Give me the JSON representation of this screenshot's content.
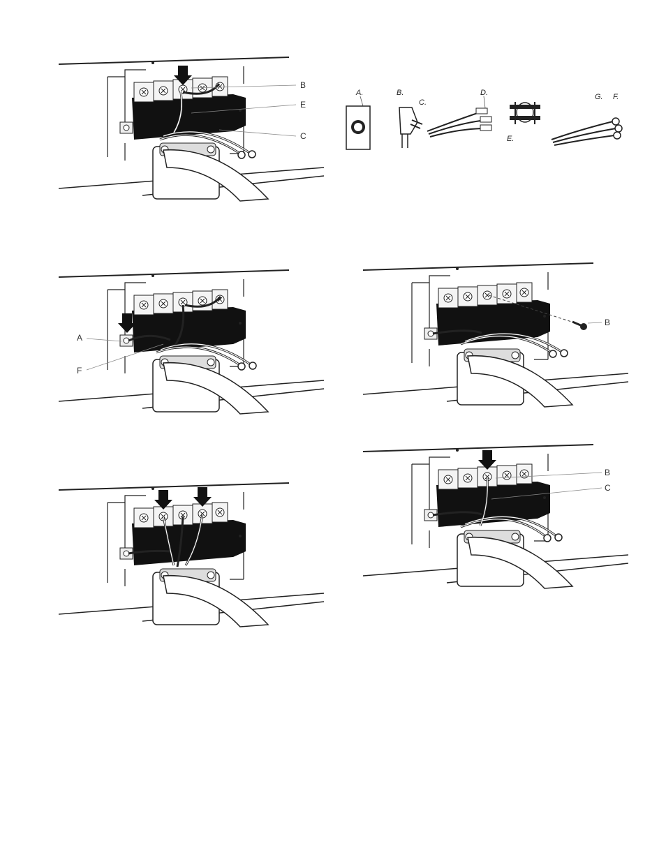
{
  "diagram1": {
    "label_b": "B",
    "label_e": "E",
    "label_c": "C"
  },
  "parts": {
    "label_a": "A.",
    "label_b": "B.",
    "label_c": "C.",
    "label_d": "D.",
    "label_e": "E.",
    "label_g": "G.",
    "label_f": "F."
  },
  "diagram3": {
    "label_a": "A",
    "label_f": "F"
  },
  "diagram4": {
    "label_b": "B"
  },
  "diagram6": {
    "label_b": "B",
    "label_c": "C"
  }
}
